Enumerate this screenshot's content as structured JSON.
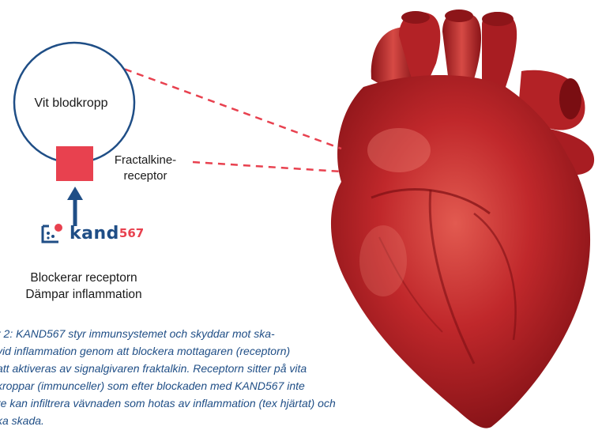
{
  "diagram": {
    "cell_label": "Vit blodkropp",
    "receptor_label": [
      "Fractalkine-",
      "receptor"
    ],
    "logo": {
      "text": "kand",
      "number": "567"
    },
    "effects": [
      "Blockerar receptorn",
      "Dämpar inflammation"
    ],
    "caption_lines": [
      "r 2: KAND567 styr immunsystemet och skyddar mot ska-",
      "vid inflammation genom att blockera mottagaren (receptorn)",
      "att aktiveras av signalgivaren fraktalkin. Receptorn sitter på vita",
      "kroppar (immunceller) som efter blockaden med KAND567 inte",
      "re kan infiltrera vävnaden som hotas av inflammation (tex hjärtat) och",
      "ka skada."
    ],
    "colors": {
      "cell_outline": "#1f4e86",
      "receptor": "#e8414f",
      "arrow": "#1f4e86",
      "dashed_line": "#e8414f",
      "caption_text": "#1f4e86",
      "heart": "#b51d21"
    },
    "heart_image": "heart-illustration"
  }
}
